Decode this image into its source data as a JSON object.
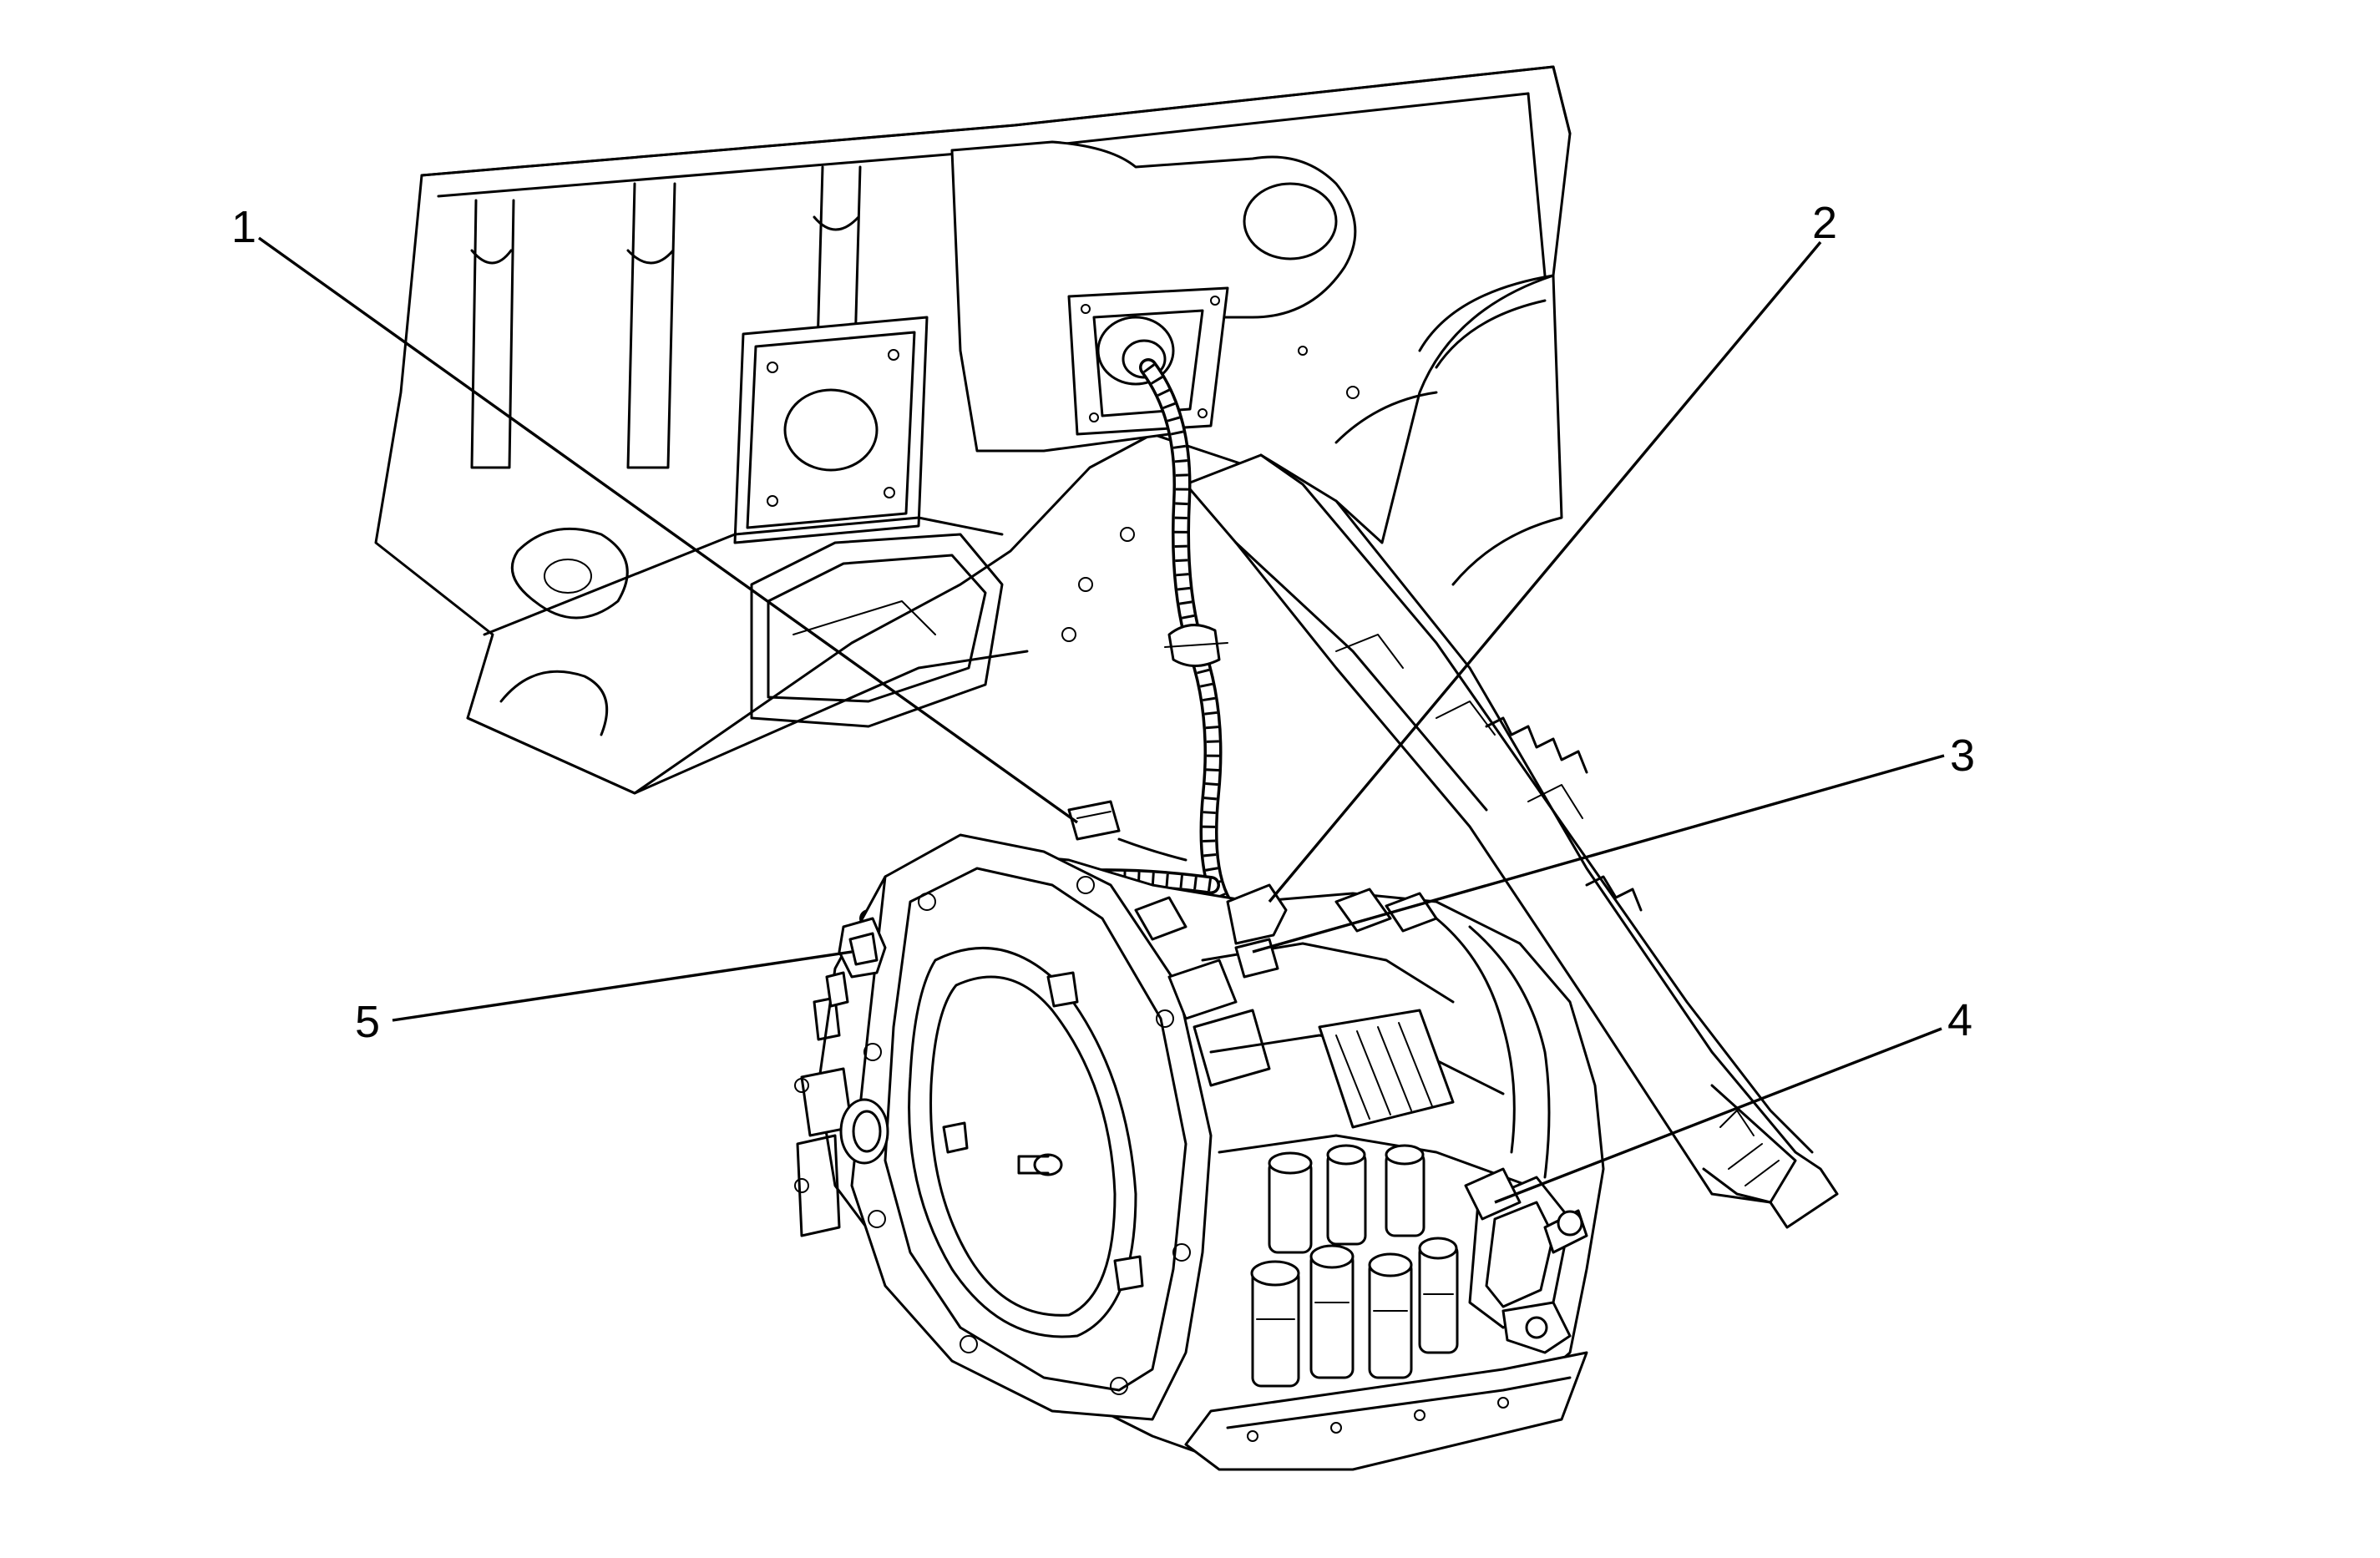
{
  "figure": {
    "callouts": [
      {
        "id": 1,
        "label": "1"
      },
      {
        "id": 2,
        "label": "2"
      },
      {
        "id": 3,
        "label": "3"
      },
      {
        "id": 4,
        "label": "4"
      },
      {
        "id": 5,
        "label": "5"
      }
    ]
  }
}
